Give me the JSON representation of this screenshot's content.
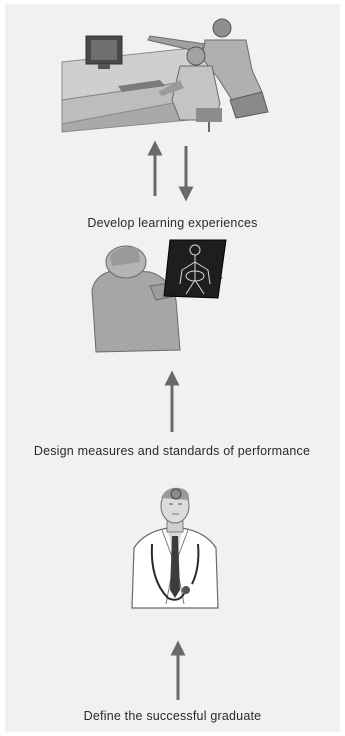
{
  "steps": {
    "develop": "Develop learning experiences",
    "design": "Design measures and standards of performance",
    "define": "Define the successful graduate"
  },
  "illustrations": {
    "top": "office-workers-computer-illustration",
    "middle": "doctor-viewing-xray-illustration",
    "bottom": "physician-graduate-portrait-illustration"
  },
  "colors": {
    "background": "#f1f1f1",
    "arrow": "#6a6a6a",
    "text": "#2a2a2a"
  }
}
